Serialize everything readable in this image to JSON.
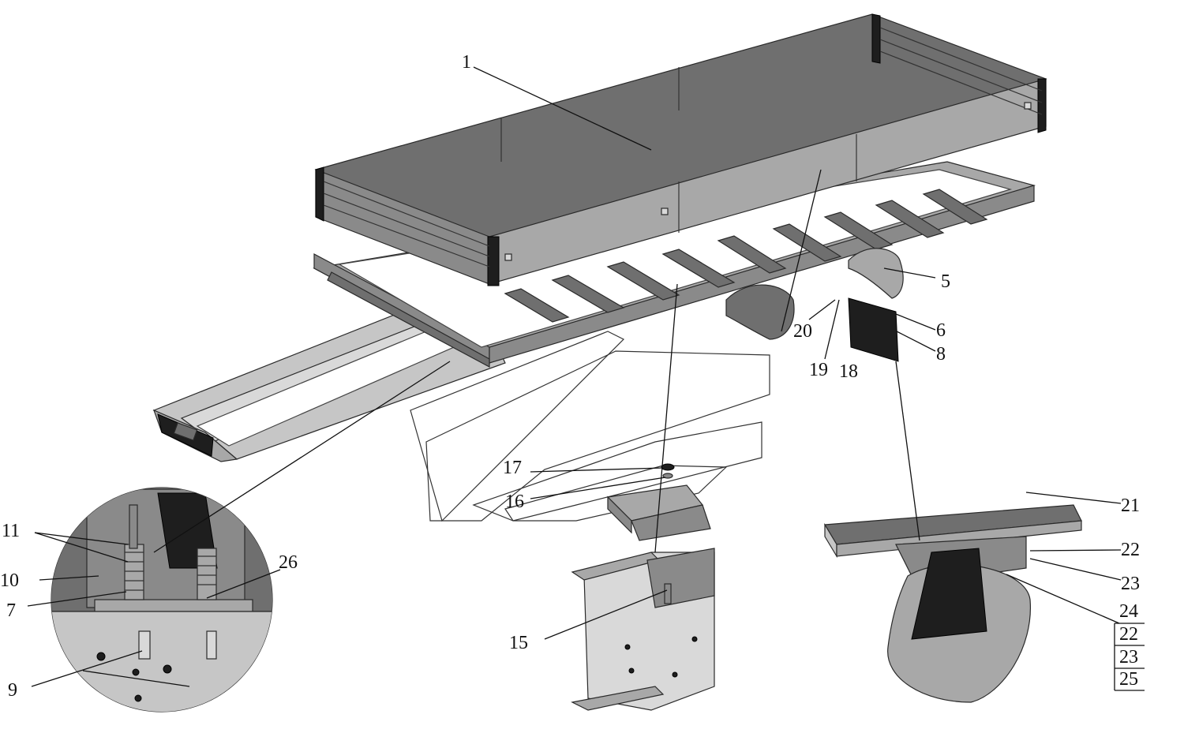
{
  "callouts": {
    "c1": "1",
    "c5": "5",
    "c6": "6",
    "c8": "8",
    "c20": "20",
    "c19": "19",
    "c18": "18",
    "c17": "17",
    "c16": "16",
    "c15": "15",
    "c11": "11",
    "c10": "10",
    "c7": "7",
    "c26": "26",
    "c9": "9",
    "c21": "21",
    "c22": "22",
    "c23": "23",
    "c24": "24",
    "c22b": "22",
    "c23b": "23",
    "c25": "25"
  },
  "colors": {
    "steel_dark": "#6f6f6f",
    "steel_mid": "#8a8a8a",
    "steel_light": "#a8a8a8",
    "line": "#111111",
    "background": "#ffffff"
  }
}
